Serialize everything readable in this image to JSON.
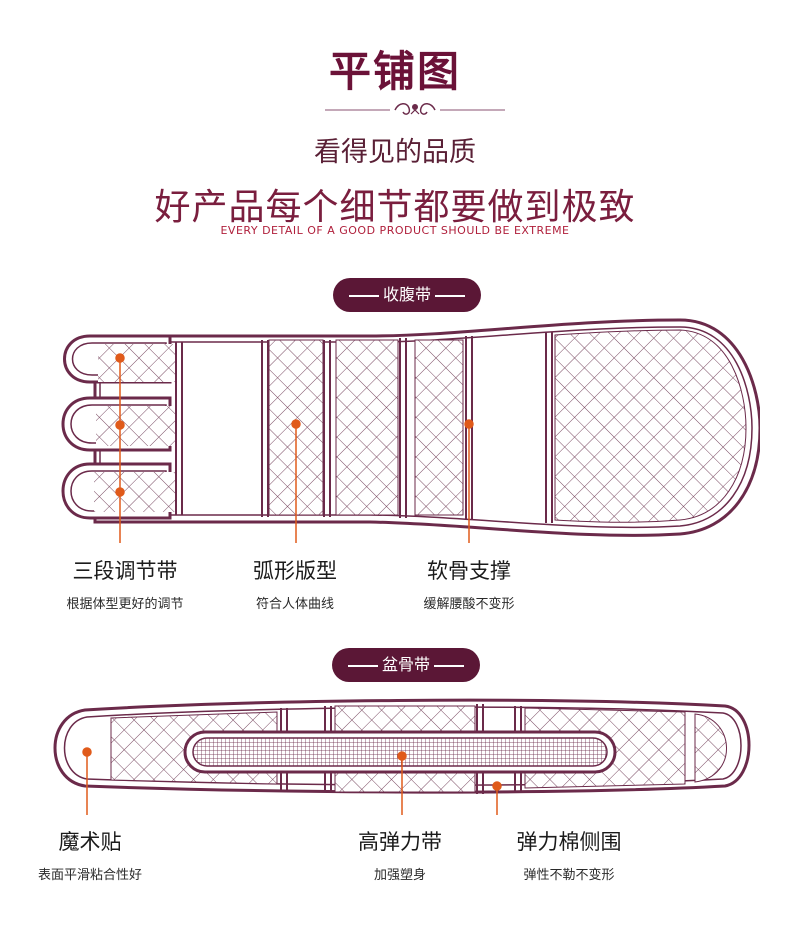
{
  "header": {
    "title": "平铺图",
    "subtitle": "看得见的品质",
    "slogan": "好产品每个细节都要做到极致",
    "slogan_en": "EVERY DETAIL OF A GOOD PRODUCT SHOULD BE EXTREME"
  },
  "colors": {
    "primary": "#5b1736",
    "border": "#6b2a4a",
    "accent": "#e05a1a"
  },
  "section1": {
    "title": "收腹带",
    "features": [
      {
        "name": "三段调节带",
        "desc": "根据体型更好的调节"
      },
      {
        "name": "弧形版型",
        "desc": "符合人体曲线"
      },
      {
        "name": "软骨支撑",
        "desc": "缓解腰酸不变形"
      }
    ]
  },
  "section2": {
    "title": "盆骨带",
    "features": [
      {
        "name": "魔术贴",
        "desc": "表面平滑粘合性好"
      },
      {
        "name": "高弹力带",
        "desc": "加强塑身"
      },
      {
        "name": "弹力棉侧围",
        "desc": "弹性不勒不变形"
      }
    ]
  }
}
